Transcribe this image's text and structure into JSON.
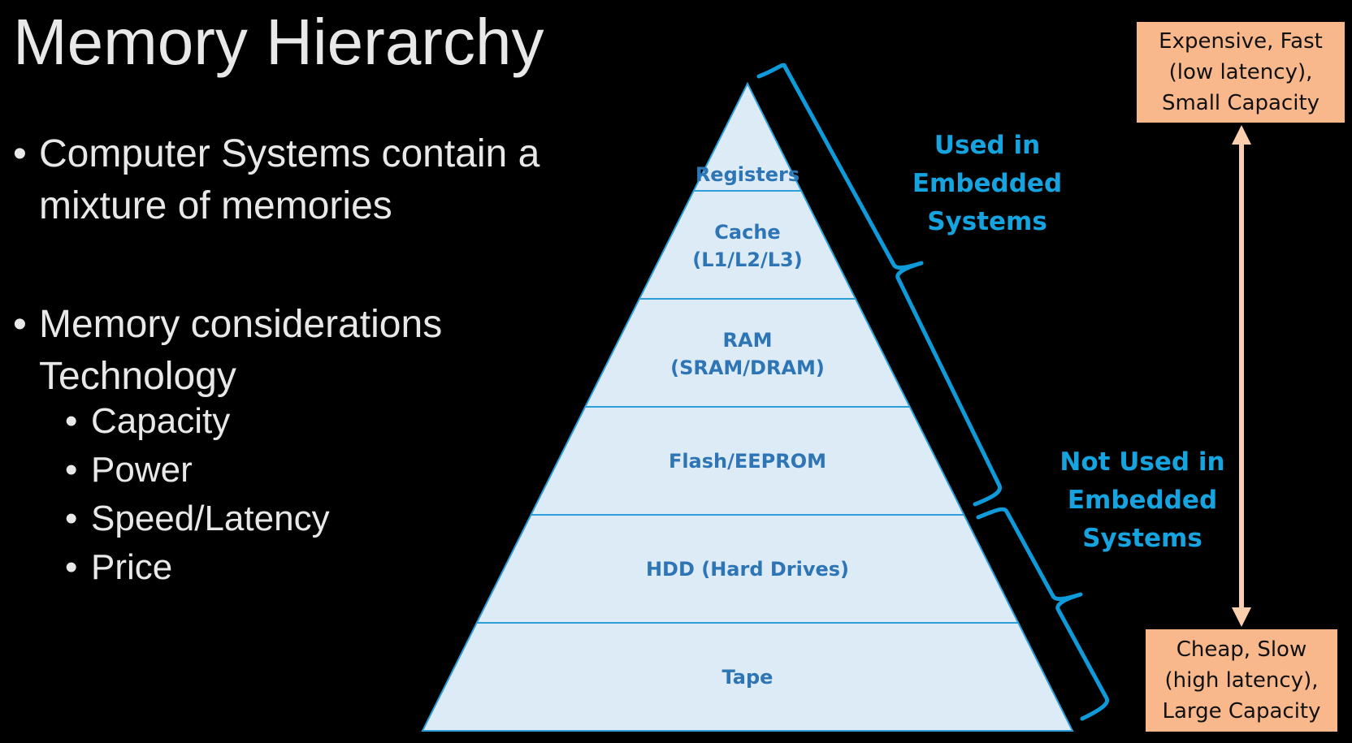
{
  "slide": {
    "title": "Memory Hierarchy",
    "bullets": [
      {
        "lines": [
          "Computer Systems contain a",
          "mixture of memories"
        ]
      },
      {
        "lines": [
          "Memory considerations",
          "Technology"
        ],
        "sub": [
          "Capacity",
          "Power",
          "Speed/Latency",
          "Price"
        ]
      }
    ]
  },
  "pyramid": {
    "levels": [
      {
        "lines": [
          "Registers"
        ]
      },
      {
        "lines": [
          "Cache",
          "(L1/L2/L3)"
        ]
      },
      {
        "lines": [
          "RAM",
          "(SRAM/DRAM)"
        ]
      },
      {
        "lines": [
          "Flash/EEPROM"
        ]
      },
      {
        "lines": [
          "HDD (Hard Drives)"
        ]
      },
      {
        "lines": [
          "Tape"
        ]
      }
    ]
  },
  "braces": {
    "used": {
      "lines": [
        "Used in",
        "Embedded",
        "Systems"
      ]
    },
    "not_used": {
      "lines": [
        "Not Used in",
        "Embedded",
        "Systems"
      ]
    }
  },
  "scale": {
    "top": {
      "lines": [
        "Expensive, Fast",
        "(low latency),",
        "Small Capacity"
      ]
    },
    "bottom": {
      "lines": [
        "Cheap, Slow",
        "(high latency),",
        "Large Capacity"
      ]
    }
  },
  "colors": {
    "background": "#000000",
    "title_text": "#e8e8e8",
    "pyramid_fill": "#ddebf7",
    "pyramid_line": "#2e9fd6",
    "pyramid_text": "#2e75b6",
    "brace": "#0f9ad9",
    "label_blue": "#15a4e0",
    "box_fill": "#f8b88c",
    "arrow": "#fbcfae"
  }
}
